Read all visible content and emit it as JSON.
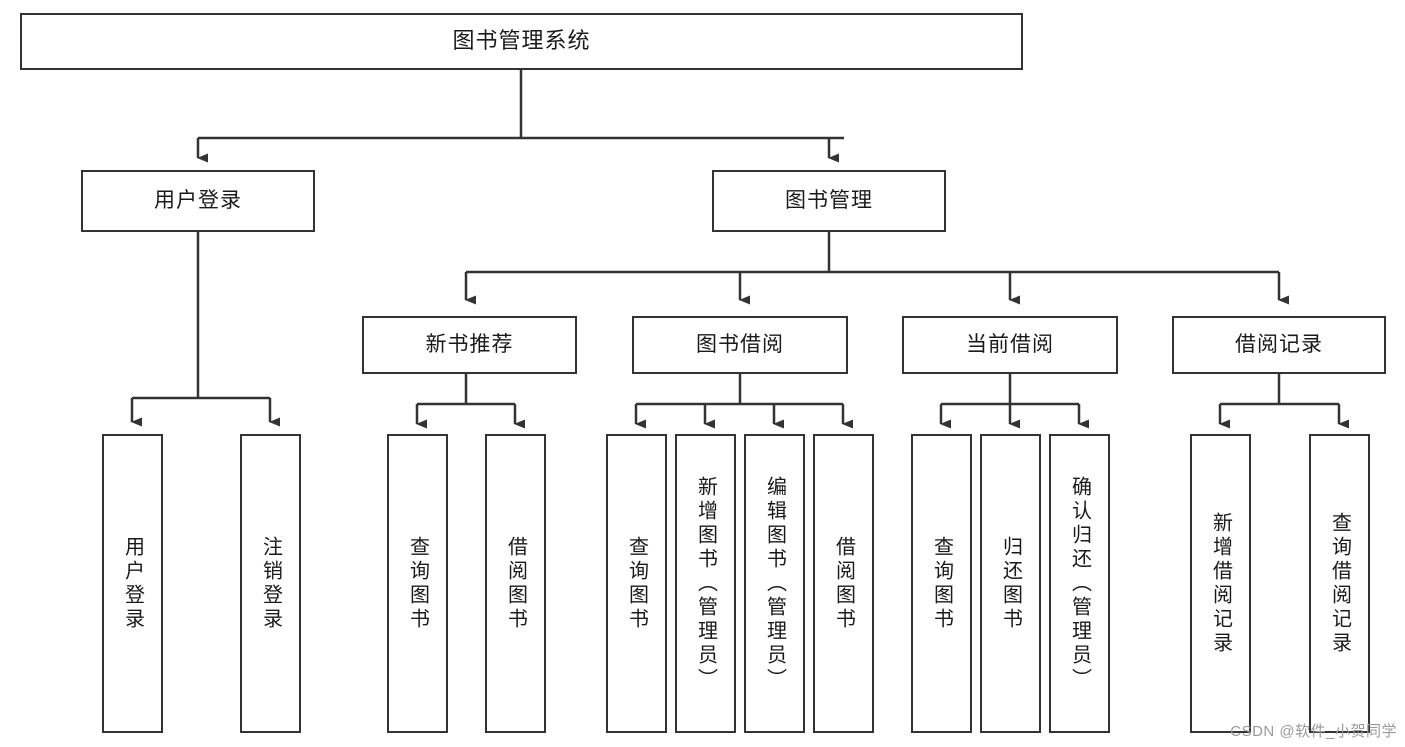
{
  "diagram": {
    "title": "图书管理系统",
    "type": "hierarchy-tree",
    "orientation": "top-down",
    "levels": 4,
    "watermark": "CSDN @软件_小贺同学",
    "colors": {
      "node_border": "#333333",
      "node_fill": "#ffffff",
      "edge": "#333333",
      "text": "#1a1a1a",
      "watermark": "#9a9a9a",
      "background": "#ffffff"
    },
    "nodes": {
      "root": {
        "label": "图书管理系统",
        "level": 0,
        "text_direction": "horizontal"
      },
      "user_login": {
        "label": "用户登录",
        "level": 1,
        "text_direction": "horizontal"
      },
      "book_manage": {
        "label": "图书管理",
        "level": 1,
        "text_direction": "horizontal"
      },
      "new_book_rec": {
        "label": "新书推荐",
        "level": 2,
        "text_direction": "horizontal"
      },
      "book_borrow": {
        "label": "图书借阅",
        "level": 2,
        "text_direction": "horizontal"
      },
      "current_borrow": {
        "label": "当前借阅",
        "level": 2,
        "text_direction": "horizontal"
      },
      "borrow_record": {
        "label": "借阅记录",
        "level": 2,
        "text_direction": "horizontal"
      },
      "leaf_user_login": {
        "label": "用户登录",
        "level": 2,
        "text_direction": "vertical"
      },
      "leaf_logout": {
        "label": "注销登录",
        "level": 2,
        "text_direction": "vertical"
      },
      "leaf_query_book_1": {
        "label": "查询图书",
        "level": 3,
        "text_direction": "vertical"
      },
      "leaf_borrow_book_1": {
        "label": "借阅图书",
        "level": 3,
        "text_direction": "vertical"
      },
      "leaf_query_book_2": {
        "label": "查询图书",
        "level": 3,
        "text_direction": "vertical"
      },
      "leaf_add_book": {
        "label": "新增图书（管理员）",
        "level": 3,
        "text_direction": "vertical"
      },
      "leaf_edit_book": {
        "label": "编辑图书（管理员）",
        "level": 3,
        "text_direction": "vertical"
      },
      "leaf_borrow_book_2": {
        "label": "借阅图书",
        "level": 3,
        "text_direction": "vertical"
      },
      "leaf_query_book_3": {
        "label": "查询图书",
        "level": 3,
        "text_direction": "vertical"
      },
      "leaf_return_book": {
        "label": "归还图书",
        "level": 3,
        "text_direction": "vertical"
      },
      "leaf_confirm_return": {
        "label": "确认归还（管理员）",
        "level": 3,
        "text_direction": "vertical"
      },
      "leaf_add_record": {
        "label": "新增借阅记录",
        "level": 3,
        "text_direction": "vertical"
      },
      "leaf_query_record": {
        "label": "查询借阅记录",
        "level": 3,
        "text_direction": "vertical"
      }
    },
    "edges": [
      {
        "from": "root",
        "to": "user_login"
      },
      {
        "from": "root",
        "to": "book_manage"
      },
      {
        "from": "user_login",
        "to": "leaf_user_login"
      },
      {
        "from": "user_login",
        "to": "leaf_logout"
      },
      {
        "from": "book_manage",
        "to": "new_book_rec"
      },
      {
        "from": "book_manage",
        "to": "book_borrow"
      },
      {
        "from": "book_manage",
        "to": "current_borrow"
      },
      {
        "from": "book_manage",
        "to": "borrow_record"
      },
      {
        "from": "new_book_rec",
        "to": "leaf_query_book_1"
      },
      {
        "from": "new_book_rec",
        "to": "leaf_borrow_book_1"
      },
      {
        "from": "book_borrow",
        "to": "leaf_query_book_2"
      },
      {
        "from": "book_borrow",
        "to": "leaf_add_book"
      },
      {
        "from": "book_borrow",
        "to": "leaf_edit_book"
      },
      {
        "from": "book_borrow",
        "to": "leaf_borrow_book_2"
      },
      {
        "from": "current_borrow",
        "to": "leaf_query_book_3"
      },
      {
        "from": "current_borrow",
        "to": "leaf_return_book"
      },
      {
        "from": "current_borrow",
        "to": "leaf_confirm_return"
      },
      {
        "from": "borrow_record",
        "to": "leaf_add_record"
      },
      {
        "from": "borrow_record",
        "to": "leaf_query_record"
      }
    ]
  }
}
